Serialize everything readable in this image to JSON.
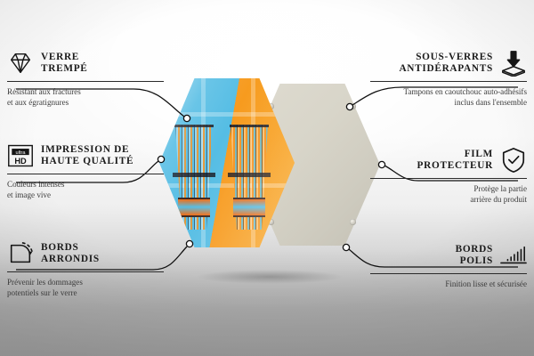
{
  "product": {
    "name": "hexagonal-glass-coaster-set",
    "front_colors": [
      "#55bde4",
      "#f79a1e"
    ],
    "back_color": "#d8d5c9",
    "pad_count": 4
  },
  "features": [
    {
      "id": "verre-trempe",
      "side": "left",
      "icon": "diamond-icon",
      "title": "VERRE\nTREMPÉ",
      "title_line1": "VERRE",
      "title_line2": "TREMPÉ",
      "desc_line1": "Résistant aux fractures",
      "desc_line2": "et aux égratignures"
    },
    {
      "id": "impression-haute-qualite",
      "side": "left",
      "icon": "ultra-hd-icon",
      "icon_label_top": "ultra",
      "icon_label_bottom": "HD",
      "title_line1": "IMPRESSION DE",
      "title_line2": "HAUTE QUALITÉ",
      "desc_line1": "Couleurs intenses",
      "desc_line2": "et image vive"
    },
    {
      "id": "bords-arrondis",
      "side": "left",
      "icon": "rounded-corner-icon",
      "title_line1": "BORDS",
      "title_line2": "ARRONDIS",
      "desc_line1": "Prévenir les dommages",
      "desc_line2": "potentiels sur le verre"
    },
    {
      "id": "sous-verres-antiderapants",
      "side": "right",
      "icon": "anti-slip-pad-icon",
      "title_line1": "SOUS-VERRES",
      "title_line2": "ANTIDÉRAPANTS",
      "desc_line1": "Tampons en caoutchouc auto-adhésifs",
      "desc_line2": "inclus dans l'ensemble"
    },
    {
      "id": "film-protecteur",
      "side": "right",
      "icon": "shield-check-icon",
      "title_line1": "FILM",
      "title_line2": "PROTECTEUR",
      "desc_line1": "Protège la partie",
      "desc_line2": "arrière du produit"
    },
    {
      "id": "bords-polis",
      "side": "right",
      "icon": "polished-edge-icon",
      "title_line1": "BORDS",
      "title_line2": "POLIS",
      "desc_line1": "Finition lisse et sécurisée",
      "desc_line2": ""
    }
  ],
  "colors": {
    "line": "#111111",
    "text": "#1b1b1b",
    "desc": "#3a3a3a",
    "background_top": "#fbfbfb",
    "background_bottom": "#a4a4a4"
  }
}
